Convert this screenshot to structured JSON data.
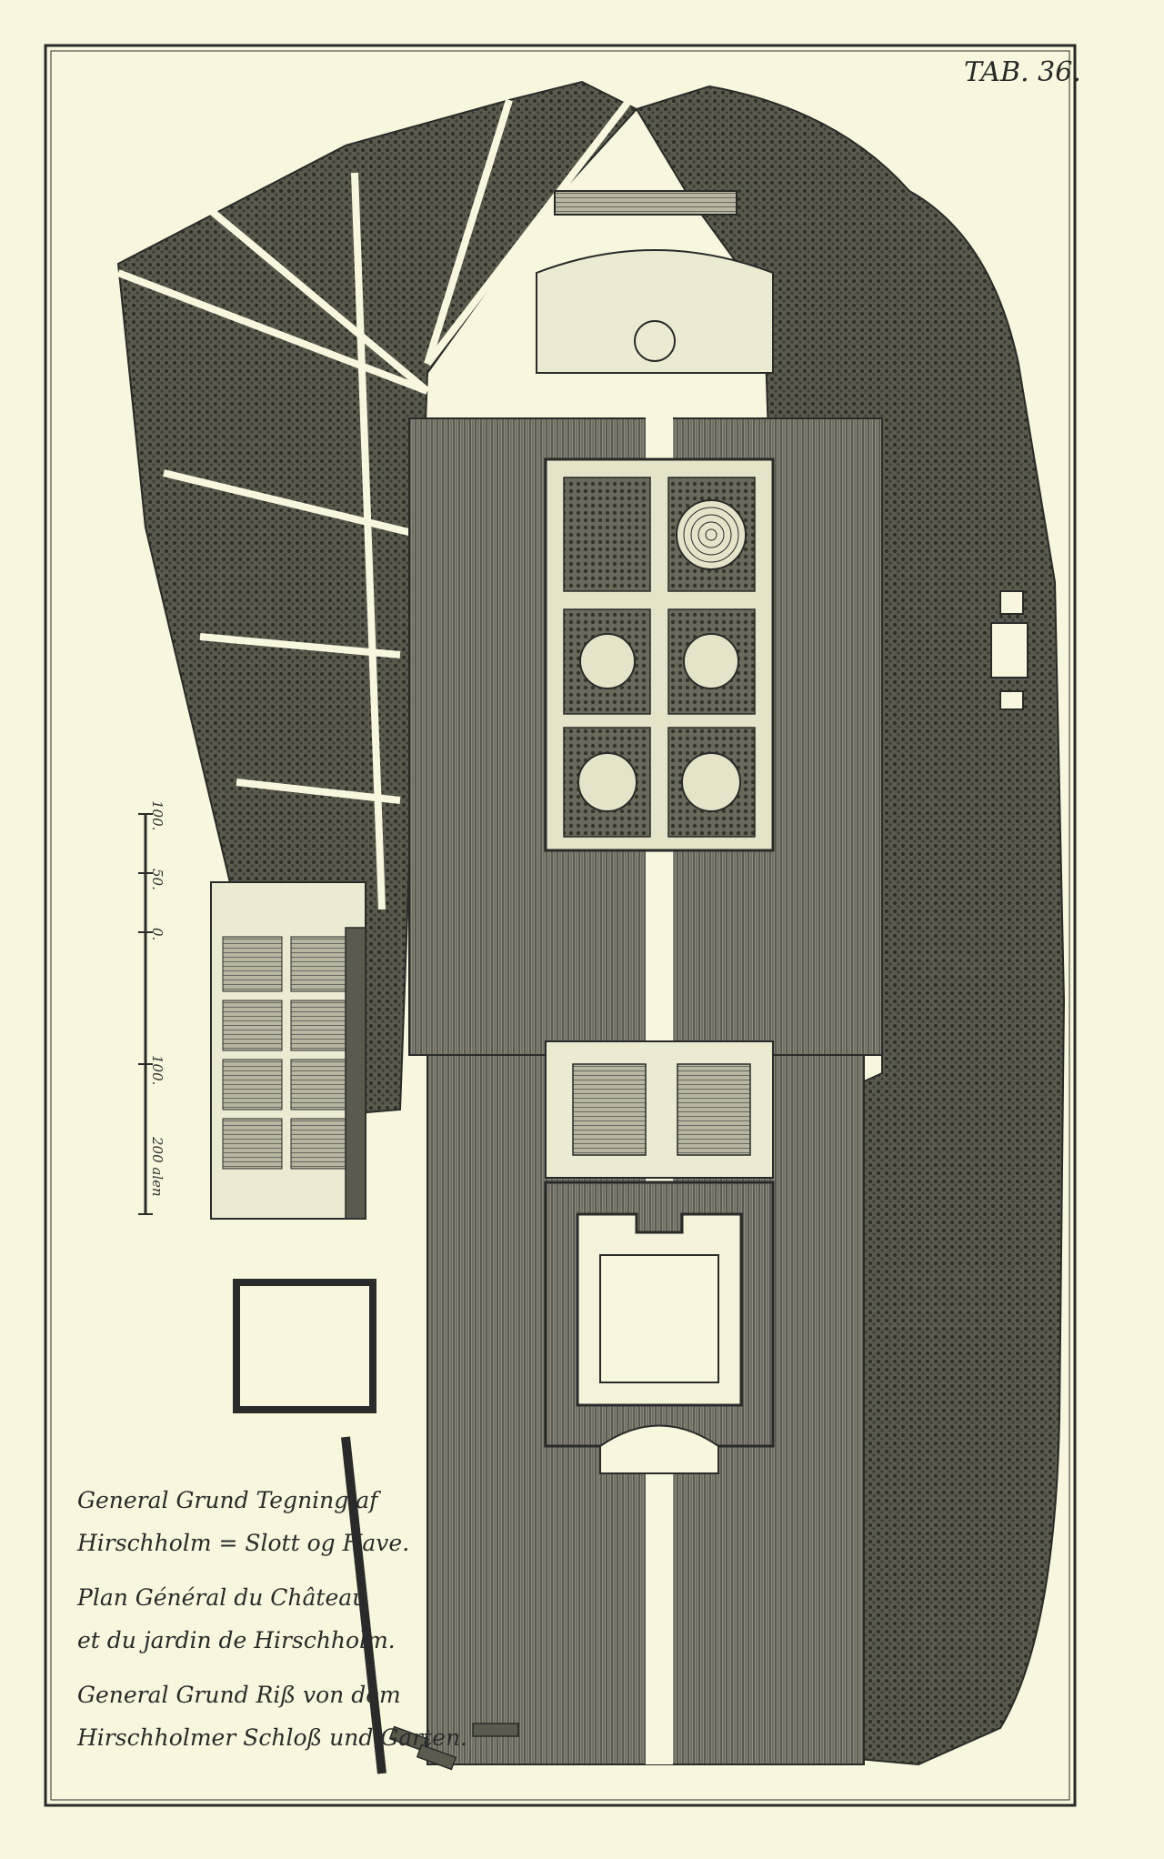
{
  "plate": {
    "tab_label": "TAB. 36.",
    "caption_danish_1": "General Grund Tegning af",
    "caption_danish_2": "Hirschholm = Slott og Have.",
    "caption_french_1": "Plan Général du Château",
    "caption_french_2": "et du jardin de Hirschholm.",
    "caption_german_1": "General Grund Riß von dem",
    "caption_german_2": "Hirschholmer Schloß und Garten."
  },
  "scale_bar": {
    "ticks": [
      "100.",
      "50.",
      "0.",
      "100.",
      "200 alen"
    ]
  },
  "colors": {
    "paper": "#f8f6dc",
    "ink": "#2a2a2a",
    "hatch": "#555555",
    "woodland": "#4a4a40"
  }
}
